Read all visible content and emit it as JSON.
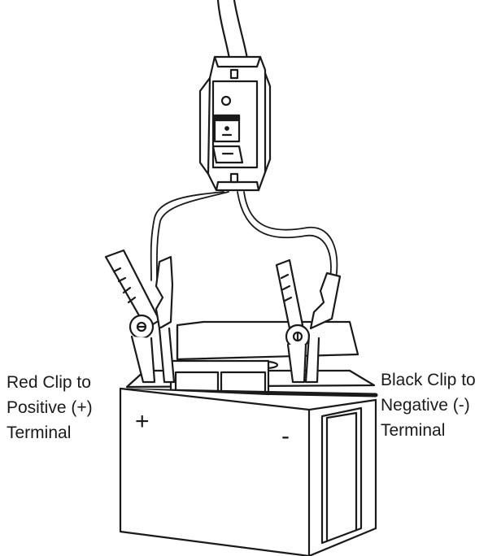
{
  "labels": {
    "red_clip": [
      "Red Clip to",
      "Positive (+)",
      "Terminal"
    ],
    "black_clip": [
      "Black Clip to",
      "Negative (-)",
      "Terminal"
    ]
  },
  "battery": {
    "positive_symbol": "+",
    "negative_symbol": "-"
  },
  "colors": {
    "ink": "#1a1a1a",
    "background": "#ffffff"
  }
}
